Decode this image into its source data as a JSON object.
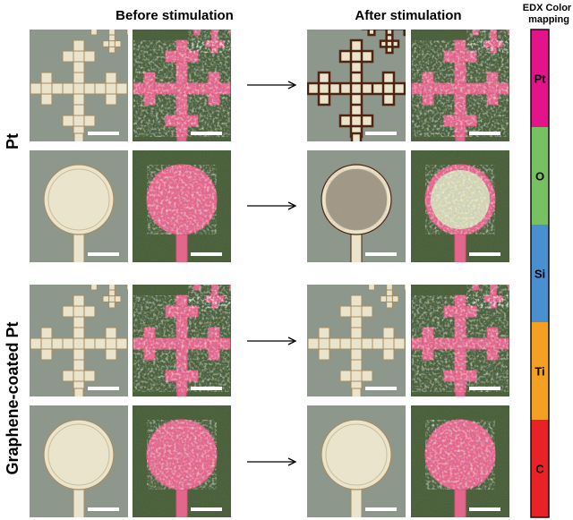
{
  "headers": {
    "before": "Before stimulation",
    "after": "After stimulation"
  },
  "row_labels": {
    "pt": "Pt",
    "graphene": "Graphene-coated Pt"
  },
  "legend": {
    "title_line1": "EDX Color",
    "title_line2": "mapping",
    "segments": [
      {
        "label": "Pt",
        "color": "#e5138a"
      },
      {
        "label": "O",
        "color": "#78c163"
      },
      {
        "label": "Si",
        "color": "#4a8fd0"
      },
      {
        "label": "Ti",
        "color": "#f6a023"
      },
      {
        "label": "C",
        "color": "#ea2127"
      }
    ]
  },
  "panels": {
    "rows": [
      {
        "id": "pt-fractal",
        "shape": "fractal",
        "after_state": "degraded"
      },
      {
        "id": "pt-circle",
        "shape": "circle",
        "after_state": "degraded"
      },
      {
        "id": "graphene-fractal",
        "shape": "fractal",
        "after_state": "intact"
      },
      {
        "id": "graphene-circle",
        "shape": "circle",
        "after_state": "intact"
      }
    ],
    "columns": [
      "before-optical",
      "before-edx",
      "after-optical",
      "after-edx"
    ]
  },
  "colors": {
    "optical_background": "#8e978c",
    "electrode": "#ebe4cc",
    "electrode_edge": "#a68c62",
    "degraded_edge": "#4e2410",
    "degraded_fill": "#a39a88",
    "edx_background": "#48603a",
    "edx_pt": "#e4668c"
  }
}
